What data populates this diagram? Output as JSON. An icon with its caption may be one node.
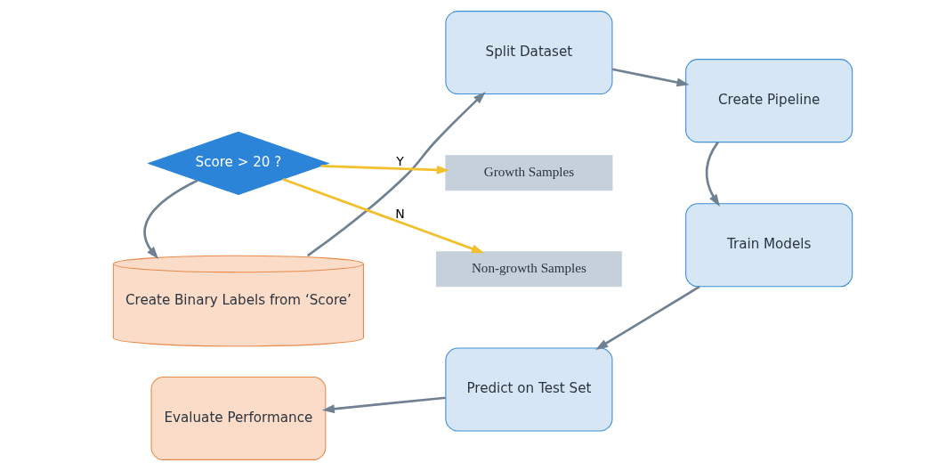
{
  "diagram": {
    "nodes": [
      {
        "text": [
          "Create Binary Labels from ‘Score’"
        ]
      },
      {
        "text": [
          "Split Dataset"
        ]
      },
      {
        "text": [
          "Create Pipeline"
        ]
      },
      {
        "text": [
          "Growth Samples"
        ]
      },
      {
        "text": [
          "Score > 20 ?"
        ]
      },
      {
        "text": [
          "Non-growth Samples"
        ]
      },
      {
        "text": [
          "Evaluate Performance"
        ]
      },
      {
        "text": [
          "Predict on Test Set"
        ]
      },
      {
        "text": [
          "Train Models"
        ]
      }
    ],
    "edges": [
      {
        "from": 0,
        "to": 1,
        "arrow": "to"
      },
      {
        "from": 1,
        "to": 2,
        "arrow": "to"
      },
      {
        "from": 2,
        "to": 8,
        "arrow": "to"
      },
      {
        "from": 8,
        "to": 7,
        "arrow": "to"
      },
      {
        "from": 7,
        "to": 6,
        "arrow": "to"
      },
      {
        "from": 4,
        "to": 0,
        "arrow": "to"
      },
      {
        "from": 4,
        "to": 3,
        "arrow": "to",
        "label": "Y",
        "color": "#f2c02c"
      },
      {
        "from": 4,
        "to": 5,
        "arrow": "to",
        "label": "N",
        "color": "#f2c02c"
      }
    ]
  }
}
